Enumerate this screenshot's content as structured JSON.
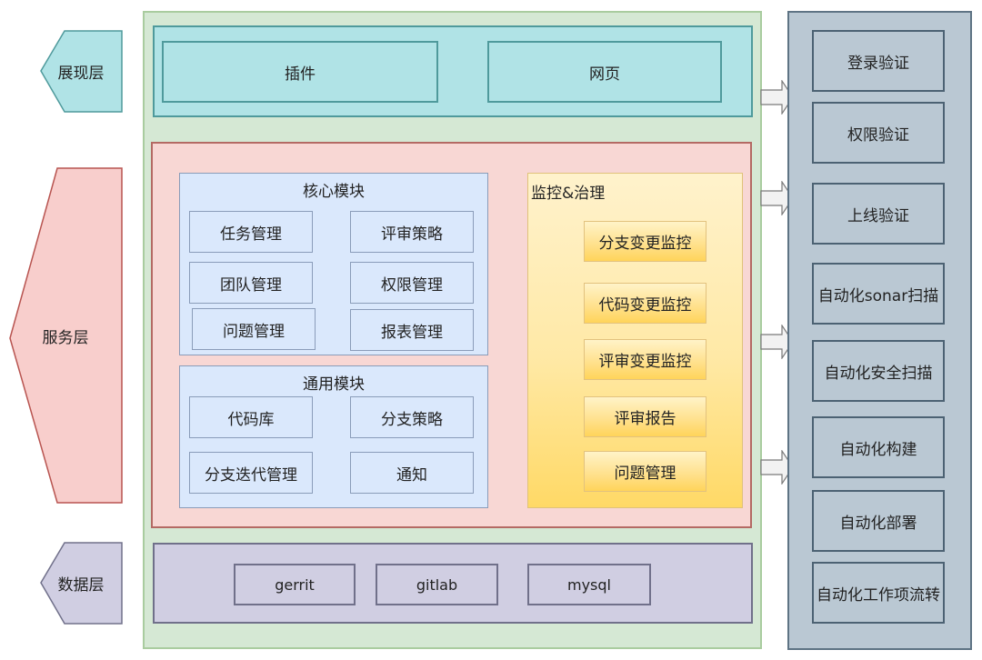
{
  "layers": {
    "presentation": {
      "label": "展现层",
      "color": "#b0e3e6"
    },
    "service": {
      "label": "服务层",
      "color": "#f8cecc"
    },
    "data": {
      "label": "数据层",
      "color": "#d0cee2"
    }
  },
  "presentation_layer": {
    "items": [
      "插件",
      "网页"
    ]
  },
  "service_layer": {
    "core_module": {
      "title": "核心模块",
      "items": [
        "任务管理",
        "评审策略",
        "团队管理",
        "权限管理",
        "问题管理",
        "报表管理"
      ]
    },
    "common_module": {
      "title": "通用模块",
      "items": [
        "代码库",
        "分支策略",
        "分支迭代管理",
        "通知"
      ]
    },
    "monitoring": {
      "title": "监控&治理",
      "items": [
        "分支变更监控",
        "代码变更监控",
        "评审变更监控",
        "评审报告",
        "问题管理"
      ]
    }
  },
  "data_layer": {
    "items": [
      "gerrit",
      "gitlab",
      "mysql"
    ]
  },
  "right_panel": {
    "items": [
      "登录验证",
      "权限验证",
      "上线验证",
      "自动化sonar扫描",
      "自动化安全扫描",
      "自动化构建",
      "自动化部署",
      "自动化工作项流转"
    ]
  },
  "arrows": {
    "icon": "right-arrow-icon",
    "count": 4
  }
}
